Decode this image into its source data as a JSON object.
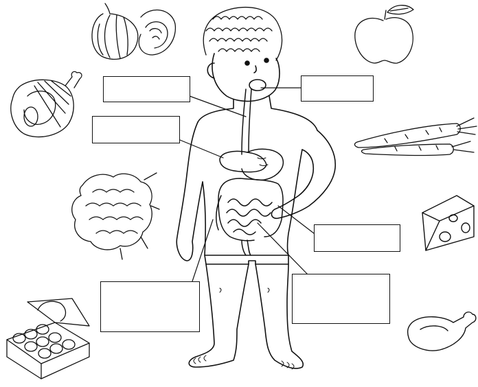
{
  "worksheet": {
    "label_boxes": [
      {
        "id": "mouth",
        "text": ""
      },
      {
        "id": "esophagus",
        "text": ""
      },
      {
        "id": "stomach",
        "text": ""
      },
      {
        "id": "small-intestine",
        "text": ""
      },
      {
        "id": "large-intestine",
        "text": ""
      },
      {
        "id": "rectum",
        "text": ""
      }
    ],
    "food_icons": [
      "onion-icon",
      "apple-icon",
      "ham-icon",
      "carrot-icon",
      "cauliflower-icon",
      "cheese-icon",
      "egg-carton-icon",
      "chicken-leg-icon"
    ],
    "colors": {
      "ink": "#111111",
      "paper": "#ffffff",
      "cheese": "#ffffff"
    }
  }
}
